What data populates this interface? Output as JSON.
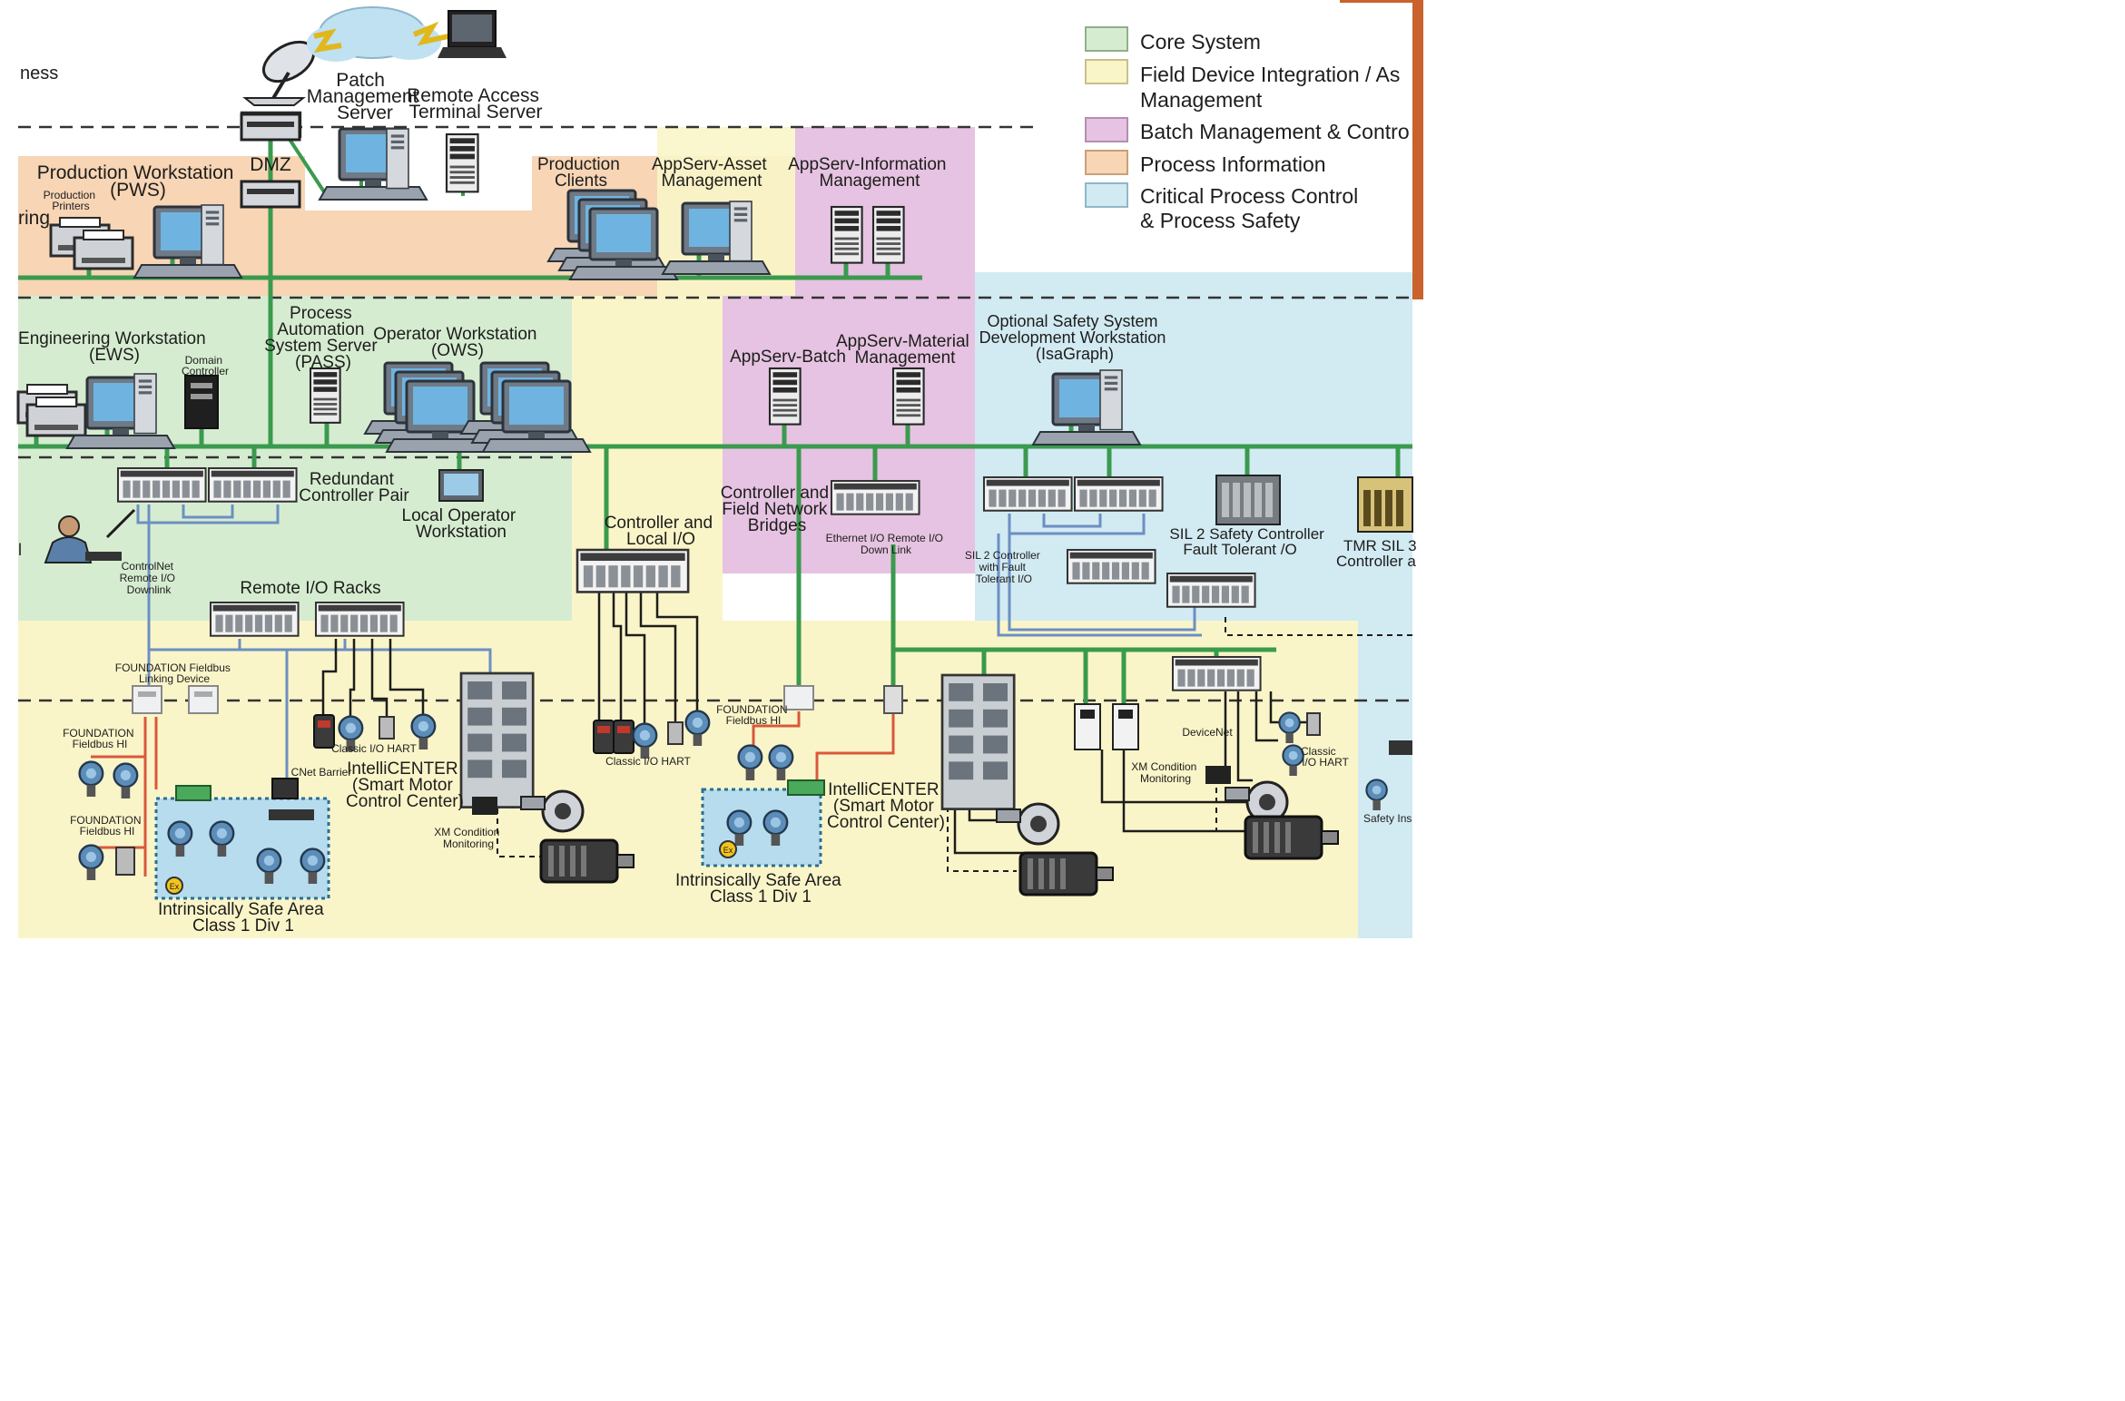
{
  "colors": {
    "core_system": "#d6ecd1",
    "field_device": "#faf5c9",
    "batch": "#e6c3e2",
    "process_info": "#f7d5b5",
    "critical": "#d2eaf2",
    "network_green": "#3a9a4e",
    "fieldbus_red": "#d9583a",
    "io_blue": "#6c8fc3",
    "accent": "#c9622d"
  },
  "legend": [
    {
      "id": "core",
      "color_key": "core_system",
      "lines": [
        "Core System"
      ]
    },
    {
      "id": "field",
      "color_key": "field_device",
      "lines": [
        "Field Device Integration / As",
        "Management"
      ]
    },
    {
      "id": "batch",
      "color_key": "batch",
      "lines": [
        "Batch Management & Contro"
      ]
    },
    {
      "id": "pinfo",
      "color_key": "process_info",
      "lines": [
        "Process Information"
      ]
    },
    {
      "id": "crit",
      "color_key": "critical",
      "lines": [
        "Critical Process Control",
        "& Process Safety"
      ]
    }
  ],
  "labels": {
    "ness": "ness",
    "patch_server": [
      "Patch",
      "Management",
      "Server"
    ],
    "remote_access": [
      "Remote Access",
      "Terminal Server"
    ],
    "dmz": "DMZ",
    "production_ws": [
      "Production Workstation",
      "(PWS)"
    ],
    "production_printers": [
      "Production",
      "Printers"
    ],
    "ring": "ring",
    "production_clients": [
      "Production",
      "Clients"
    ],
    "appserv_asset": [
      "AppServ-Asset",
      "Management"
    ],
    "appserv_info": [
      "AppServ-Information",
      "Management"
    ],
    "engineering_ws": [
      "Engineering Workstation",
      "(EWS)"
    ],
    "domain_controller": [
      "Domain",
      "Controller"
    ],
    "pass": [
      "Process",
      "Automation",
      "System Server",
      "(PASS)"
    ],
    "operator_ws": [
      "Operator Workstation",
      "(OWS)"
    ],
    "appserv_batch": "AppServ-Batch",
    "appserv_material": [
      "AppServ-Material",
      "Management"
    ],
    "optional_safety": [
      "Optional Safety System",
      "Development Workstation",
      "(IsaGraph)"
    ],
    "redundant_pair": [
      "Redundant",
      "Controller Pair"
    ],
    "local_operator": [
      "Local Operator",
      "Workstation"
    ],
    "controller_local_io": [
      "Controller and",
      "Local I/O"
    ],
    "controller_bridges": [
      "Controller and",
      "Field Network",
      "Bridges"
    ],
    "ethernet_io": [
      "Ethernet I/O Remote I/O",
      "Down Link"
    ],
    "sil2_ft": [
      "SIL 2 Controller",
      "with Fault",
      "Tolerant I/O"
    ],
    "sil2_safety": [
      "SIL 2 Safety Controller",
      "Fault Tolerant /O"
    ],
    "tmr": [
      "TMR SIL 3",
      "Controller a"
    ],
    "controlnet": [
      "ControlNet",
      "Remote I/O",
      "Downlink"
    ],
    "remote_racks": "Remote I/O Racks",
    "ff_linking": [
      "FOUNDATION Fieldbus",
      "Linking Device"
    ],
    "ff_h1_a": [
      "FOUNDATION",
      "Fieldbus HI"
    ],
    "ff_h1_b": [
      "FOUNDATION",
      "Fieldbus HI"
    ],
    "ff_h1_c": [
      "FOUNDATION",
      "Fieldbus HI"
    ],
    "cnet_barrier": "CNet Barrier",
    "classic_hart_a": "Classic I/O HART",
    "classic_hart_b": "Classic I/O HART",
    "classic_hart_c": [
      "Classic",
      "I/O HART"
    ],
    "intellicenter_a": [
      "IntelliCENTER",
      "(Smart Motor",
      "Control Center)"
    ],
    "intellicenter_b": [
      "IntelliCENTER",
      "(Smart Motor",
      "Control Center)"
    ],
    "xm_a": [
      "XM Condition",
      "Monitoring"
    ],
    "xm_b": [
      "XM Condition",
      "Monitoring"
    ],
    "devicenet": "DeviceNet",
    "isa_a": [
      "Intrinsically Safe Area",
      "Class 1 Div 1"
    ],
    "isa_b": [
      "Intrinsically Safe Area",
      "Class 1 Div 1"
    ],
    "safety_ins": "Safety Ins",
    "left_l": "l",
    "ex": "Ex"
  }
}
